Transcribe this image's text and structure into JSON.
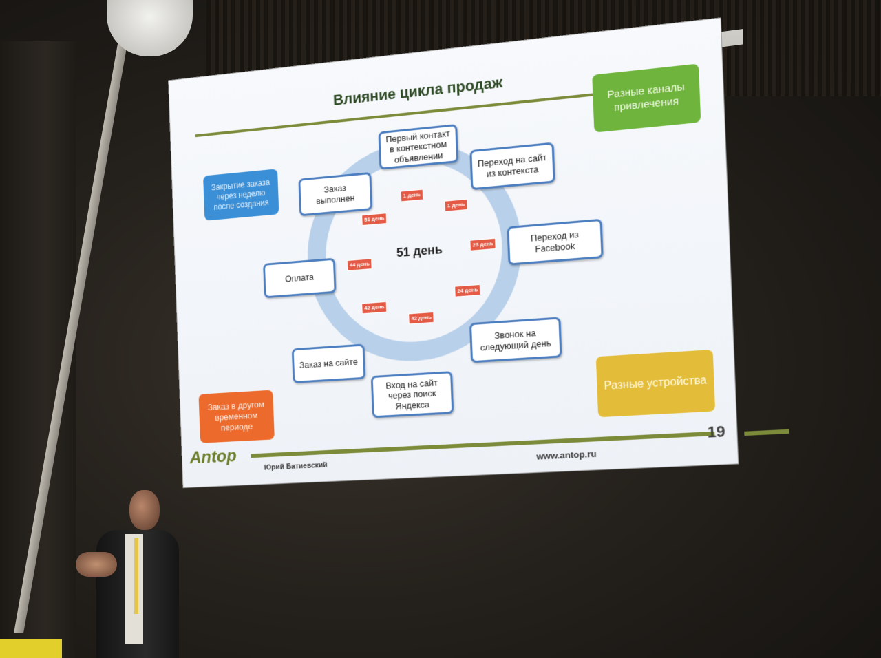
{
  "slide": {
    "title": "Влияние цикла продаж",
    "center_label": "51 день",
    "steps": [
      {
        "label": "Первый контакт в контекстном объявлении"
      },
      {
        "label": "Переход на сайт из контекста"
      },
      {
        "label": "Переход из Facebook"
      },
      {
        "label": "Звонок на следующий день"
      },
      {
        "label": "Вход на сайт через поиск Яндекса"
      },
      {
        "label": "Заказ на сайте"
      },
      {
        "label": "Оплата"
      },
      {
        "label": "Заказ выполнен"
      }
    ],
    "days": [
      "1 день",
      "1 день",
      "23 день",
      "24 день",
      "42 день",
      "42 день",
      "44 день",
      "51 день"
    ],
    "callouts": {
      "blue": "Закрытие заказа через неделю после создания",
      "green": "Разные каналы привлечения",
      "orange": "Заказ в другом временном периоде",
      "yellow": "Разные устройства"
    },
    "footer": {
      "logo": "Antop",
      "author": "Юрий Батиевский",
      "website": "www.antop.ru",
      "page_number": "19"
    }
  },
  "colors": {
    "box_border": "#4d7fc0",
    "day_badge": "#e35a45",
    "callout_blue": "#3a8fd6",
    "callout_green": "#6fb43c",
    "callout_orange": "#ec6a2c",
    "callout_yellow": "#e3bd3a",
    "accent_rule": "#7c8b3a"
  }
}
